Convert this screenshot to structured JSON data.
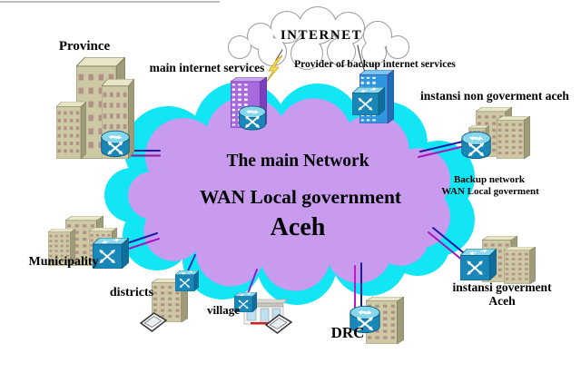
{
  "title": "WAN Local government Aceh network diagram",
  "internet_cloud": {
    "label": "INTERNET"
  },
  "main_cloud": {
    "line1": "The main Network",
    "line2": "WAN Local government",
    "line3": "Aceh"
  },
  "labels": {
    "province": "Province",
    "main_internet_services": "main internet services",
    "backup_provider": "Provider of backup internet services",
    "non_government": "instansi non goverment aceh",
    "backup_network_line1": "Backup network",
    "backup_network_line2": "WAN Local goverment",
    "municipality": "Municipality",
    "districts": "districts",
    "village": "village",
    "drc": "DRC",
    "government_line1": "instansi goverment",
    "government_line2": "Aceh"
  },
  "icons": {
    "router": "cisco-router-icon",
    "switch": "cisco-switch-icon",
    "laptop": "laptop-icon",
    "building": "office-building-icon",
    "lightning": "lightning-bolt-icon",
    "cloud": "cloud-icon"
  },
  "colors": {
    "main_cloud_outer": "#12E5F3",
    "main_cloud_inner": "#C89BEF",
    "primary_link": "#1B1BA8",
    "backup_link": "#A517B5",
    "device_teal": "#1987B8",
    "building_tan": "#CDC9A5",
    "server_purple": "#A96AE0",
    "server_blue": "#2E96DE",
    "lightning_yellow": "#F2DE4E"
  }
}
